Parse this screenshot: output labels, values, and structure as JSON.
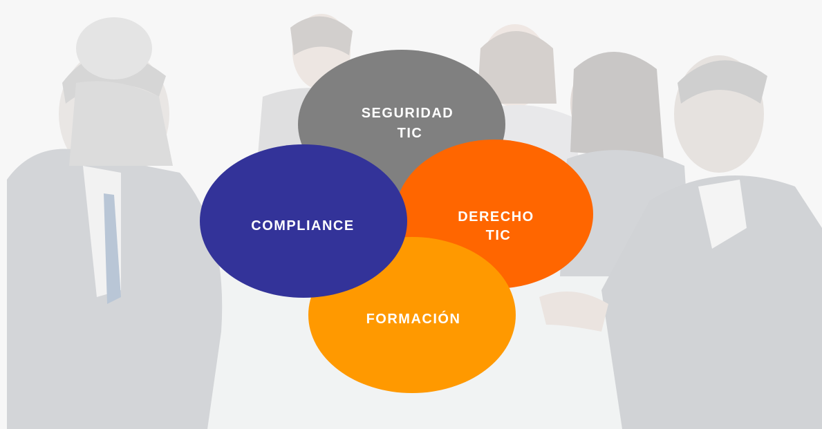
{
  "diagram": {
    "nodes": [
      {
        "id": "seguridad",
        "lines": [
          "SEGURIDAD",
          "TIC"
        ],
        "color": "#808080"
      },
      {
        "id": "derecho",
        "lines": [
          "DERECHO",
          "TIC"
        ],
        "color": "#ff6600"
      },
      {
        "id": "compliance",
        "lines": [
          "COMPLIANCE"
        ],
        "color": "#333399"
      },
      {
        "id": "formacion",
        "lines": [
          "FORMACIÓN"
        ],
        "color": "#ff9900"
      }
    ]
  },
  "background": {
    "description_icon": "business-meeting-photo",
    "wall_color": "#f3f4f4",
    "suit_color": "#cfd2d6",
    "table_color": "#eef1f2"
  }
}
